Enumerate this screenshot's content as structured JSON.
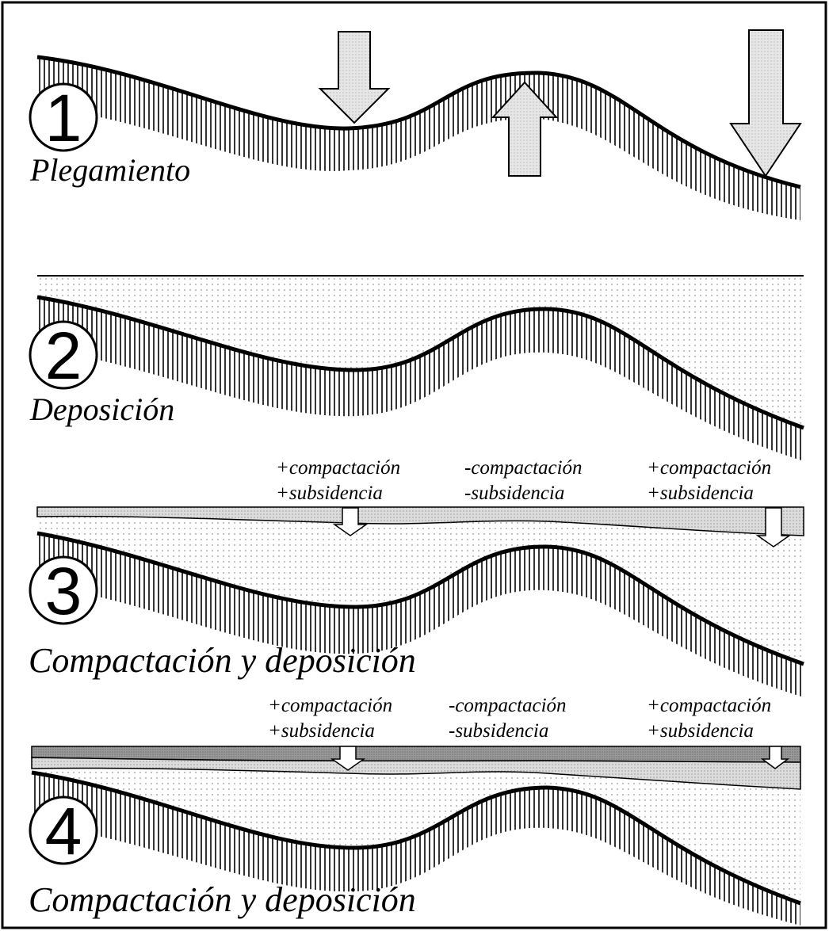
{
  "panels": [
    {
      "number": "1",
      "title": "Plegamiento"
    },
    {
      "number": "2",
      "title": "Deposición"
    },
    {
      "number": "3",
      "title": "Compactación y deposición"
    },
    {
      "number": "4",
      "title": "Compactación y deposición"
    }
  ],
  "annotations": {
    "panel3": {
      "left": [
        "+compactación",
        "+subsidencia"
      ],
      "middle": [
        "-compactación",
        "-subsidencia"
      ],
      "right": [
        "+compactación",
        "+subsidencia"
      ]
    },
    "panel4": {
      "left": [
        "+compactación",
        "+subsidencia"
      ],
      "middle": [
        "-compactación",
        "-subsidencia"
      ],
      "right": [
        "+compactación",
        "+subsidencia"
      ]
    }
  }
}
